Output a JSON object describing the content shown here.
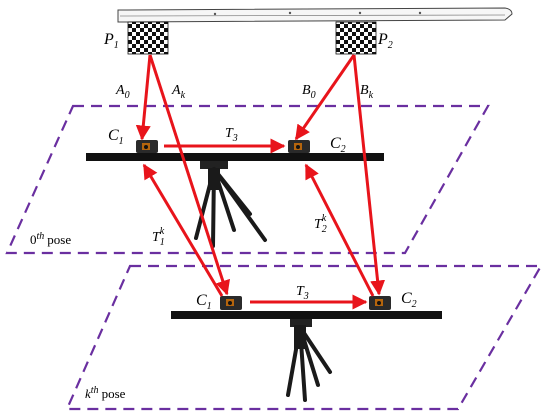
{
  "targets": {
    "p1": {
      "letter": "P",
      "sub": "1"
    },
    "p2": {
      "letter": "P",
      "sub": "2"
    }
  },
  "rays": {
    "a0": {
      "letter": "A",
      "sub": "0"
    },
    "ak": {
      "letter": "A",
      "sub": "k"
    },
    "b0": {
      "letter": "B",
      "sub": "0"
    },
    "bk": {
      "letter": "B",
      "sub": "k"
    }
  },
  "pose0": {
    "c1": {
      "letter": "C",
      "sub": "1"
    },
    "c2": {
      "letter": "C",
      "sub": "2"
    },
    "t3": {
      "letter": "T",
      "sub": "3"
    },
    "caption_num": "0",
    "caption_sup": "th",
    "caption_word": "pose"
  },
  "transforms": {
    "t1k": {
      "letter": "T",
      "sub": "1",
      "sup": "k"
    },
    "t2k": {
      "letter": "T",
      "sub": "2",
      "sup": "k"
    }
  },
  "posek": {
    "c1": {
      "letter": "C",
      "sub": "1"
    },
    "c2": {
      "letter": "C",
      "sub": "2"
    },
    "t3": {
      "letter": "T",
      "sub": "3"
    },
    "caption_num": "k",
    "caption_sup": "th",
    "caption_word": "pose"
  },
  "colors": {
    "arrow": "#e8141b",
    "plane": "#6a2fa0",
    "rail": "#111111",
    "checker_dark": "#111111",
    "checker_light": "#ffffff"
  }
}
